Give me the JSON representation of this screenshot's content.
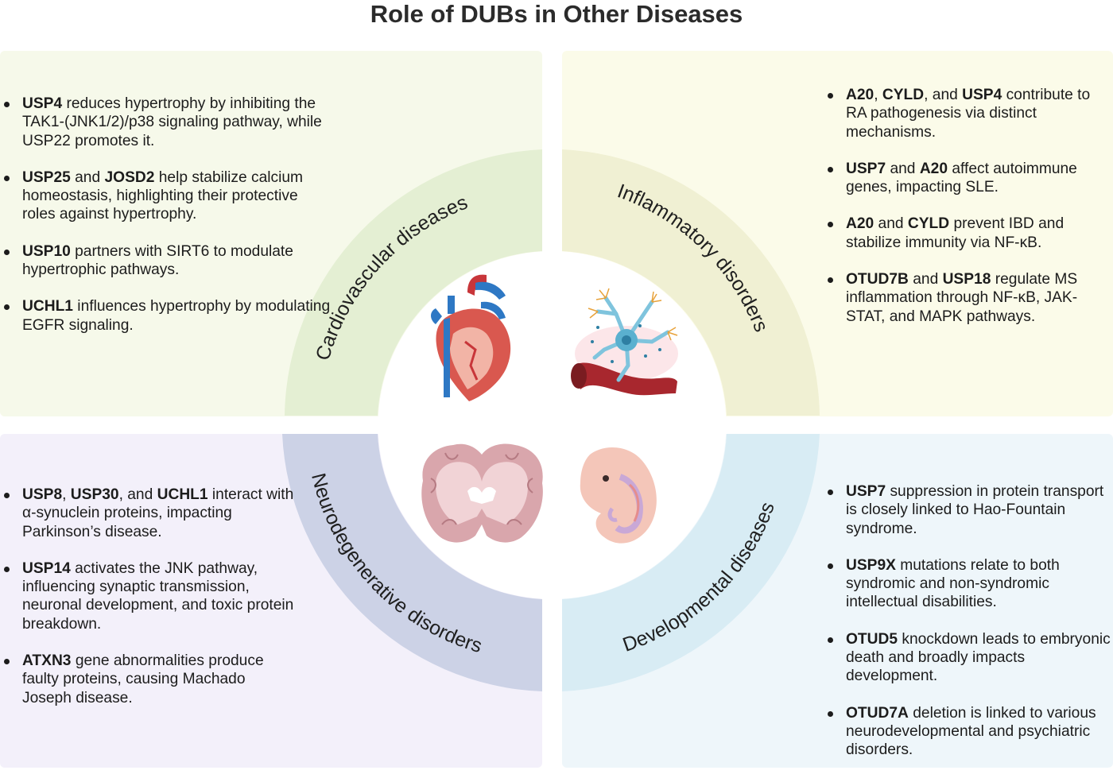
{
  "title": "Role of DUBs in Other Diseases",
  "colors": {
    "cardio_panel": "#f6f9ea",
    "cardio_ring": "#e4efd3",
    "inflam_panel": "#fbfbe9",
    "inflam_ring": "#f0f0d3",
    "neuro_panel": "#f3f0fa",
    "neuro_ring": "#ccd2e6",
    "dev_panel": "#eef6fa",
    "dev_ring": "#d8ecf4"
  },
  "quadrants": {
    "cardiovascular": {
      "label": "Cardiovascular diseases",
      "icon": "heart-icon",
      "bullets": [
        {
          "parts": [
            {
              "b": "USP4"
            },
            {
              "t": " reduces hypertrophy by inhibiting the TAK1-(JNK1/2)/p38 signaling pathway, while USP22 promotes it."
            }
          ]
        },
        {
          "parts": [
            {
              "b": "USP25"
            },
            {
              "t": " and "
            },
            {
              "b": "JOSD2"
            },
            {
              "t": " help stabilize calcium homeostasis, highlighting their protective roles against hypertrophy."
            }
          ]
        },
        {
          "parts": [
            {
              "b": "USP10"
            },
            {
              "t": " partners with SIRT6 to modulate hypertrophic pathways."
            }
          ]
        },
        {
          "parts": [
            {
              "b": "UCHL1"
            },
            {
              "t": " influences hypertrophy by modulating EGFR signaling."
            }
          ]
        }
      ]
    },
    "inflammatory": {
      "label": "Inflammatory disorders",
      "icon": "neuron-vessel-icon",
      "bullets": [
        {
          "parts": [
            {
              "b": "A20"
            },
            {
              "t": ", "
            },
            {
              "b": "CYLD"
            },
            {
              "t": ", and "
            },
            {
              "b": "USP4"
            },
            {
              "t": " contribute to RA pathogenesis via distinct mechanisms."
            }
          ]
        },
        {
          "parts": [
            {
              "b": "USP7"
            },
            {
              "t": " and "
            },
            {
              "b": "A20"
            },
            {
              "t": " affect autoimmune genes, impacting SLE."
            }
          ]
        },
        {
          "parts": [
            {
              "b": "A20"
            },
            {
              "t": " and "
            },
            {
              "b": "CYLD"
            },
            {
              "t": " prevent IBD and stabilize immunity via NF-κB."
            }
          ]
        },
        {
          "parts": [
            {
              "b": "OTUD7B"
            },
            {
              "t": " and "
            },
            {
              "b": "USP18"
            },
            {
              "t": " regulate MS inflammation through NF-κB, JAK-STAT, and MAPK pathways."
            }
          ]
        }
      ]
    },
    "neurodegenerative": {
      "label": "Neurodegenerative disorders",
      "icon": "brain-section-icon",
      "bullets": [
        {
          "parts": [
            {
              "b": "USP8"
            },
            {
              "t": ", "
            },
            {
              "b": "USP30"
            },
            {
              "t": ", and "
            },
            {
              "b": "UCHL1"
            },
            {
              "t": " interact with α-synuclein proteins, impacting Parkinson’s disease."
            }
          ]
        },
        {
          "parts": [
            {
              "b": "USP14"
            },
            {
              "t": " activates the JNK pathway, influencing synaptic transmission, neuronal development, and toxic protein breakdown."
            }
          ]
        },
        {
          "parts": [
            {
              "b": "ATXN3"
            },
            {
              "t": " gene abnormalities produce faulty proteins, causing Machado Joseph disease."
            }
          ]
        }
      ]
    },
    "developmental": {
      "label": "Developmental diseases",
      "icon": "embryo-icon",
      "bullets": [
        {
          "parts": [
            {
              "b": "USP7"
            },
            {
              "t": " suppression in protein transport is closely linked to Hao-Fountain syndrome."
            }
          ]
        },
        {
          "parts": [
            {
              "b": "USP9X"
            },
            {
              "t": " mutations relate to both syndromic and non-syndromic intellectual disabilities."
            }
          ]
        },
        {
          "parts": [
            {
              "b": "OTUD5"
            },
            {
              "t": " knockdown leads to embryonic death and broadly impacts development."
            }
          ]
        },
        {
          "parts": [
            {
              "b": "OTUD7A"
            },
            {
              "t": " deletion is linked to various neurodevelopmental and psychiatric disorders."
            }
          ]
        }
      ]
    }
  }
}
